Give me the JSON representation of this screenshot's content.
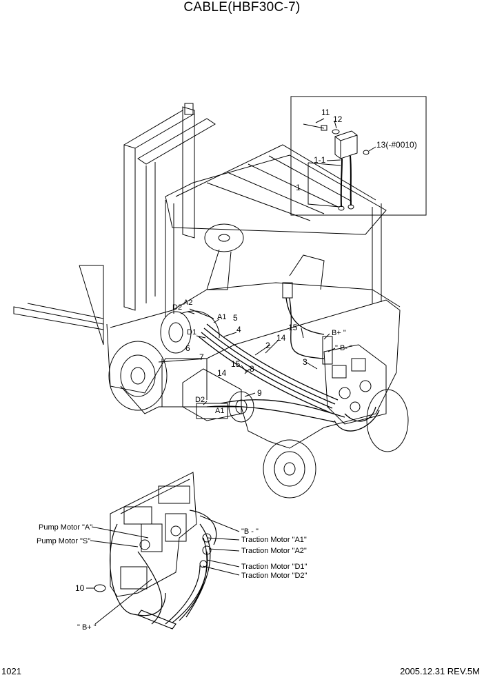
{
  "header": {
    "title": "CABLE(HBF30C-7)"
  },
  "footer": {
    "page_number": "1021",
    "date_rev": "2005.12.31  REV.5M"
  },
  "inset_labels": [
    "11",
    "12",
    "13(-#0010)",
    "1-1",
    "1"
  ],
  "main_labels": [
    "D2",
    "A2",
    "A1",
    "5",
    "D1",
    "4",
    "6",
    "7",
    "2",
    "14",
    "15",
    "B+ \"",
    "\" B- \"",
    "3",
    "15",
    "8",
    "14",
    "9",
    "D2",
    "A1"
  ],
  "detail_labels": {
    "pump_a": "Pump Motor \"A\"",
    "pump_s": "Pump Motor \"S\"",
    "b_minus": "\"B - \"",
    "trac_a1": "Traction Motor \"A1\"",
    "trac_a2": "Traction Motor \"A2\"",
    "trac_d1": "Traction Motor \"D1\"",
    "trac_d2": "Traction Motor \"D2\"",
    "ten": "10",
    "b_plus": "\" B+ \""
  }
}
